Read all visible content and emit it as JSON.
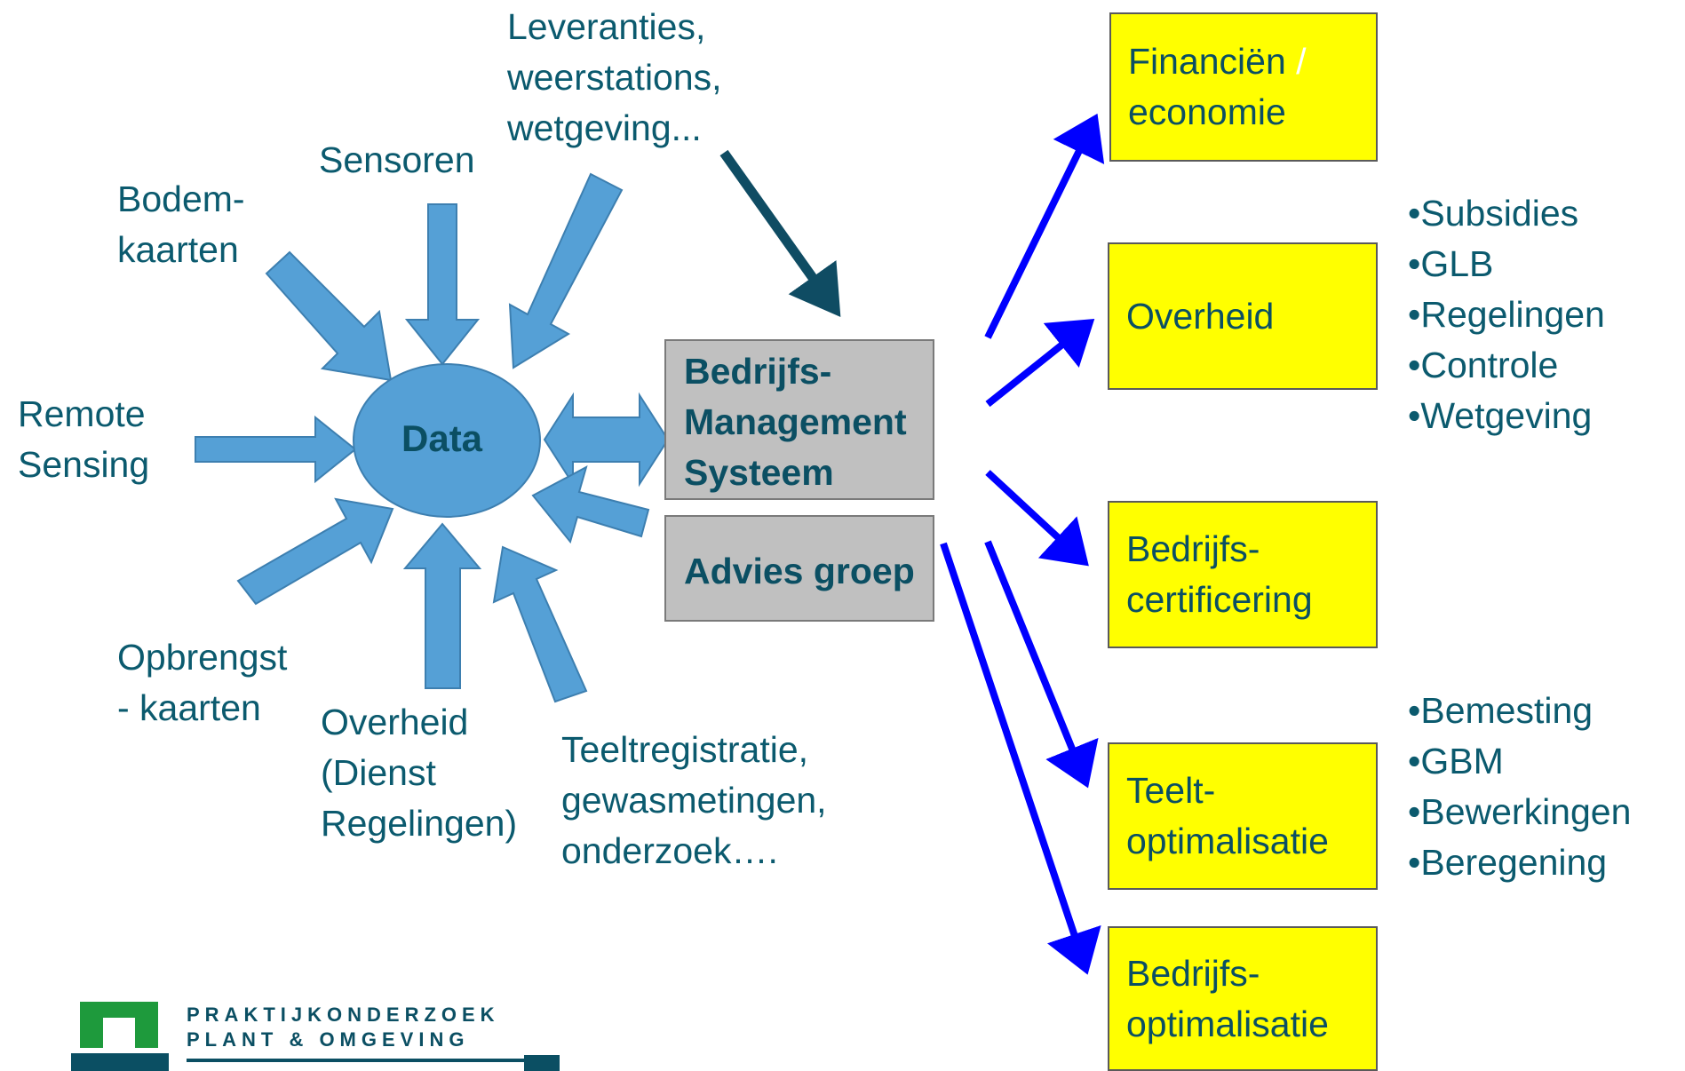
{
  "center": {
    "label": "Data"
  },
  "inputs": {
    "leveranties": "Leveranties,\nweerstations,\nwetgeving...",
    "sensoren": "Sensoren",
    "bodemkaarten": "Bodem-\nkaarten",
    "remote_sensing": "Remote\nSensing",
    "opbrengstkaarten": "Opbrengst\n- kaarten",
    "overheid_dienst": "Overheid\n(Dienst\nRegelingen)",
    "teeltregistratie": "Teeltregistratie,\ngewasmetingen,\nonderzoek…."
  },
  "systems": {
    "bms": "Bedrijfs-\nManagement\nSysteem",
    "advies": "Advies groep"
  },
  "outputs": {
    "financien_a": "Financiën",
    "financien_slash": " /",
    "financien_b": "economie",
    "overheid": "Overheid",
    "certificering": "Bedrijfs-\ncertificering",
    "teelt": "Teelt-\noptimalisatie",
    "bedrijfsopt": "Bedrijfs-\noptimalisatie"
  },
  "bullets": {
    "overheid": [
      "•Subsidies",
      "•GLB",
      "•Regelingen",
      "•Controle",
      "•Wetgeving"
    ],
    "teelt": [
      "•Bemesting",
      "•GBM",
      "•Bewerkingen",
      "•Beregening"
    ]
  },
  "logo": {
    "line1": "PRAKTIJKONDERZOEK",
    "line2": "PLANT & OMGEVING"
  },
  "colors": {
    "block_arrow": "#55a0d6",
    "block_arrow_stroke": "#3d7fb0",
    "blue_arrow": "#0000ff",
    "dark_arrow": "#0f4c63",
    "box_yellow": "#ffff00",
    "box_grey": "#c0c0c0",
    "text": "#0b5a6e",
    "logo_green": "#1e9a3c"
  }
}
